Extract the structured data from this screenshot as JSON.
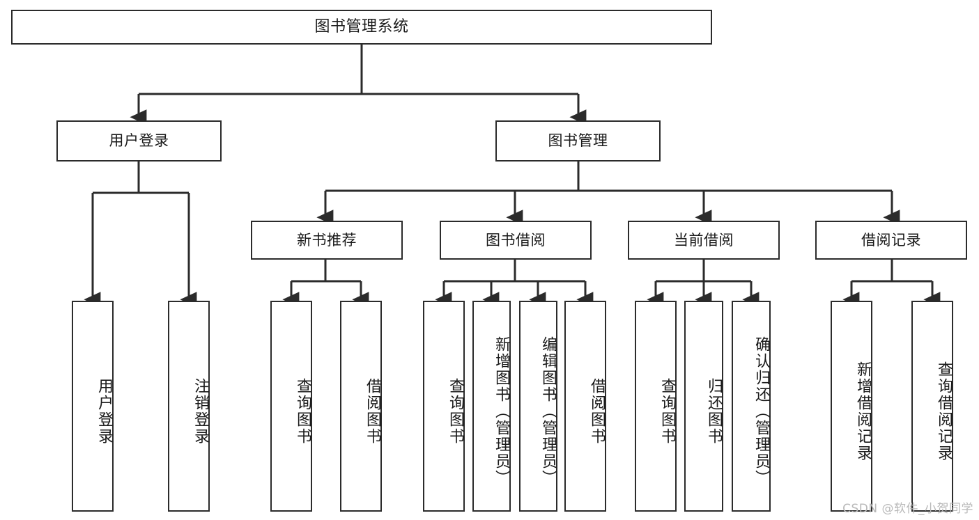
{
  "diagram": {
    "title": "图书管理系统",
    "watermark": "CSDN @软件_小贺同学",
    "colors": {
      "stroke": "#2b2b2b",
      "fill": "#ffffff",
      "text": "#1a1a1a",
      "watermark": "#b9b9b9"
    },
    "nodes": {
      "root": {
        "label": "图书管理系统"
      },
      "level2": [
        {
          "id": "user-login",
          "label": "用户登录"
        },
        {
          "id": "book-manage",
          "label": "图书管理"
        }
      ],
      "level3": [
        {
          "id": "new-book-recommend",
          "label": "新书推荐"
        },
        {
          "id": "book-borrow",
          "label": "图书借阅"
        },
        {
          "id": "current-borrow",
          "label": "当前借阅"
        },
        {
          "id": "borrow-record",
          "label": "借阅记录"
        }
      ],
      "leaves": {
        "user-login": [
          {
            "id": "leaf-user-login",
            "label": "用户登录"
          },
          {
            "id": "leaf-user-logout",
            "label": "注销登录"
          }
        ],
        "new-book-recommend": [
          {
            "id": "leaf-query-book-1",
            "label": "查询图书"
          },
          {
            "id": "leaf-borrow-book-1",
            "label": "借阅图书"
          }
        ],
        "book-borrow": [
          {
            "id": "leaf-query-book-2",
            "label": "查询图书"
          },
          {
            "id": "leaf-add-book",
            "label": "新增图书（管理员）"
          },
          {
            "id": "leaf-edit-book",
            "label": "编辑图书（管理员）"
          },
          {
            "id": "leaf-borrow-book-2",
            "label": "借阅图书"
          }
        ],
        "current-borrow": [
          {
            "id": "leaf-query-book-3",
            "label": "查询图书"
          },
          {
            "id": "leaf-return-book",
            "label": "归还图书"
          },
          {
            "id": "leaf-confirm-return",
            "label": "确认归还（管理员）"
          }
        ],
        "borrow-record": [
          {
            "id": "leaf-add-record",
            "label": "新增借阅记录"
          },
          {
            "id": "leaf-query-record",
            "label": "查询借阅记录"
          }
        ]
      }
    }
  }
}
